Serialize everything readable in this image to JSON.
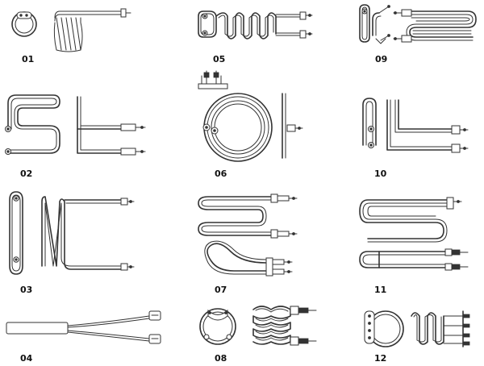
{
  "catalog": {
    "items": [
      {
        "label": "01",
        "icon": "ring-flange-coil-heater-icon"
      },
      {
        "label": "02",
        "icon": "bent-tube-heater-icon"
      },
      {
        "label": "03",
        "icon": "loop-tube-heater-icon"
      },
      {
        "label": "04",
        "icon": "cartridge-heater-icon"
      },
      {
        "label": "05",
        "icon": "coil-heater-icon"
      },
      {
        "label": "06",
        "icon": "circular-ring-heater-icon"
      },
      {
        "label": "07",
        "icon": "serpentine-heater-icon"
      },
      {
        "label": "08",
        "icon": "ring-coil-heater-icon"
      },
      {
        "label": "09",
        "icon": "hairpin-heater-icon"
      },
      {
        "label": "10",
        "icon": "u-tube-heater-icon"
      },
      {
        "label": "11",
        "icon": "flat-loop-heater-icon"
      },
      {
        "label": "12",
        "icon": "flange-coil-heater-icon"
      }
    ]
  },
  "colors": {
    "line": "#333333",
    "label": "#111111",
    "background": "#ffffff"
  }
}
